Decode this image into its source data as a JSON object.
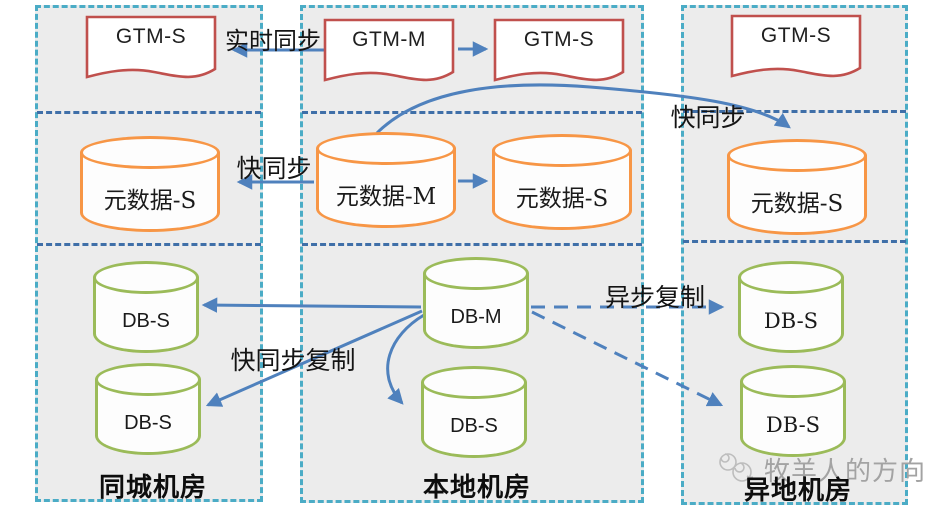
{
  "diagram_type": "database-replication-architecture",
  "zones": {
    "same_city": "同城机房",
    "local": "本地机房",
    "remote": "异地机房"
  },
  "nodes": {
    "gtm_s_left": "GTM-S",
    "gtm_m": "GTM-M",
    "gtm_s_mid": "GTM-S",
    "gtm_s_right": "GTM-S",
    "meta_s_left": "元数据-S",
    "meta_m": "元数据-M",
    "meta_s_mid": "元数据-S",
    "meta_s_right": "元数据-S",
    "db_s_left_1": "DB-S",
    "db_s_left_2": "DB-S",
    "db_m": "DB-M",
    "db_s_mid": "DB-S",
    "db_s_right_1": "DB-S",
    "db_s_right_2": "DB-S"
  },
  "edge_labels": {
    "realtime_sync": "实时同步",
    "fast_sync": "快同步",
    "fast_sync_remote": "快同步",
    "async_replication": "异步复制",
    "fast_sync_replication": "快同步复制"
  },
  "edges": [
    {
      "from": "gtm_m",
      "to": "gtm_s_left",
      "label": "实时同步",
      "style": "solid"
    },
    {
      "from": "gtm_m",
      "to": "gtm_s_mid",
      "label": "",
      "style": "solid"
    },
    {
      "from": "meta_m",
      "to": "meta_s_left",
      "label": "快同步",
      "style": "solid"
    },
    {
      "from": "meta_m",
      "to": "meta_s_mid",
      "label": "",
      "style": "solid"
    },
    {
      "from": "meta_m",
      "to": "meta_s_right",
      "label": "快同步",
      "style": "solid-curved"
    },
    {
      "from": "db_m",
      "to": "db_s_left_1",
      "label": "快同步复制",
      "style": "solid"
    },
    {
      "from": "db_m",
      "to": "db_s_left_2",
      "label": "快同步复制",
      "style": "solid"
    },
    {
      "from": "db_m",
      "to": "db_s_mid",
      "label": "",
      "style": "solid-curved"
    },
    {
      "from": "db_m",
      "to": "db_s_right_1",
      "label": "异步复制",
      "style": "dashed"
    },
    {
      "from": "db_m",
      "to": "db_s_right_2",
      "label": "异步复制",
      "style": "dashed"
    }
  ],
  "watermark": {
    "text": "牧羊人的方向"
  },
  "colors": {
    "zone_border": "#4bacc6",
    "row_divider": "#3f6fa8",
    "arrow": "#4f81bd",
    "document_border": "#c0504d",
    "metadata_cylinder_border": "#f79646",
    "db_cylinder_border": "#9bbb59",
    "zone_fill": "#ececec"
  }
}
